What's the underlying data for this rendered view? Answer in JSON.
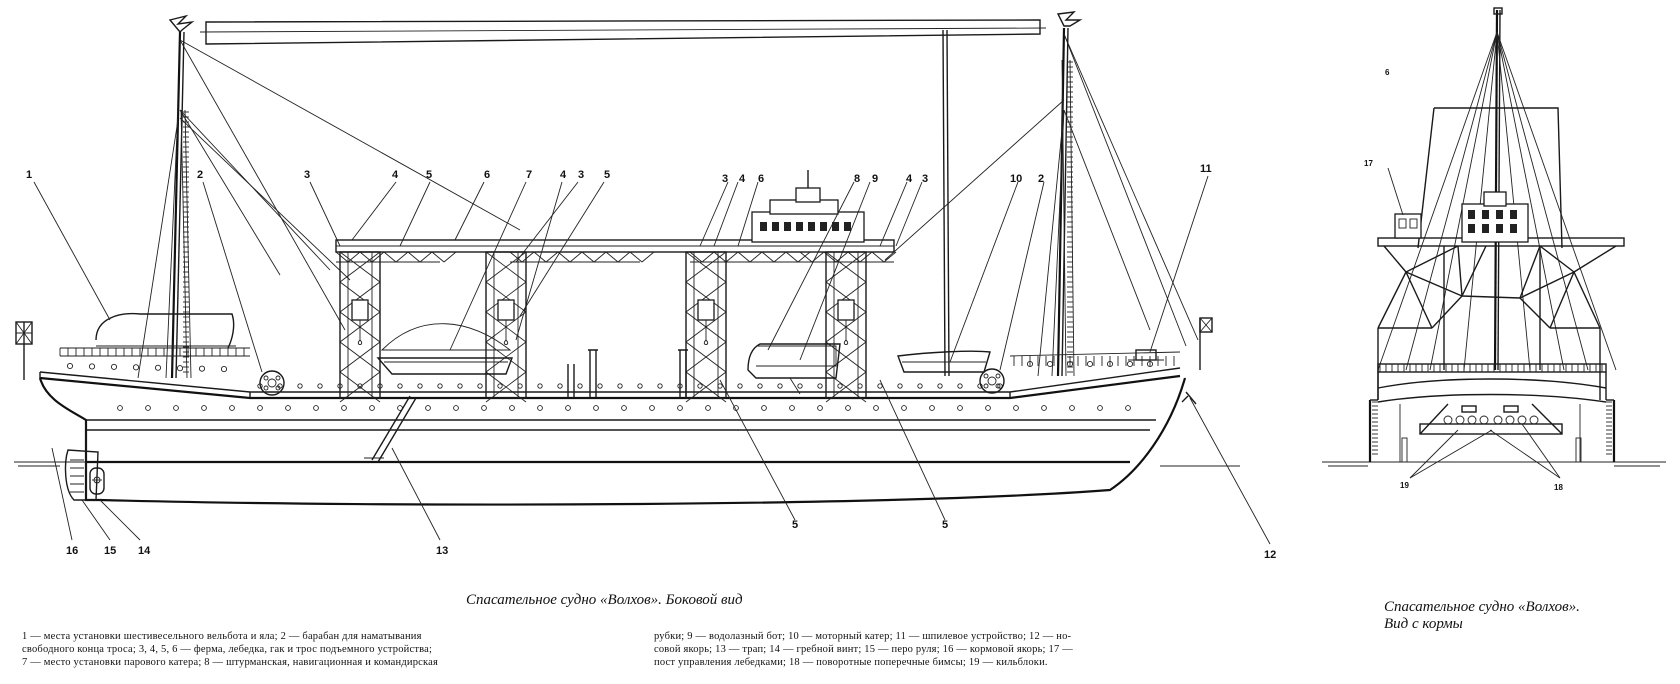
{
  "figure": {
    "side_view": {
      "caption": "Спасательное судно «Волхов». Боковой вид",
      "callouts": [
        {
          "id": "c1",
          "label": "1"
        },
        {
          "id": "c2a",
          "label": "2"
        },
        {
          "id": "c3a",
          "label": "3"
        },
        {
          "id": "c4a",
          "label": "4"
        },
        {
          "id": "c5a",
          "label": "5"
        },
        {
          "id": "c6a",
          "label": "6"
        },
        {
          "id": "c7",
          "label": "7"
        },
        {
          "id": "c4b",
          "label": "4"
        },
        {
          "id": "c3b",
          "label": "3"
        },
        {
          "id": "c5b",
          "label": "5"
        },
        {
          "id": "c3c",
          "label": "3"
        },
        {
          "id": "c4c",
          "label": "4"
        },
        {
          "id": "c6b",
          "label": "6"
        },
        {
          "id": "c8",
          "label": "8"
        },
        {
          "id": "c9",
          "label": "9"
        },
        {
          "id": "c4d",
          "label": "4"
        },
        {
          "id": "c3d",
          "label": "3"
        },
        {
          "id": "c10",
          "label": "10"
        },
        {
          "id": "c2b",
          "label": "2"
        },
        {
          "id": "c11",
          "label": "11"
        },
        {
          "id": "c16",
          "label": "16"
        },
        {
          "id": "c15",
          "label": "15"
        },
        {
          "id": "c14",
          "label": "14"
        },
        {
          "id": "c13",
          "label": "13"
        },
        {
          "id": "c5c",
          "label": "5"
        },
        {
          "id": "c5d",
          "label": "5"
        },
        {
          "id": "c12",
          "label": "12"
        }
      ]
    },
    "stern_view": {
      "caption_line1": "Спасательное судно «Волхов».",
      "caption_line2": "Вид с кормы",
      "callouts": [
        {
          "id": "s6",
          "label": "6"
        },
        {
          "id": "s17",
          "label": "17"
        },
        {
          "id": "s19",
          "label": "19"
        },
        {
          "id": "s18",
          "label": "18"
        }
      ]
    },
    "legend": {
      "col1": [
        "1 — места установки шестивесельного вельбота и яла; 2 — барабан для наматывания",
        "свободного конца троса; 3, 4, 5, 6 — ферма, лебедка, гак и трос подъемного устройства;",
        "7 — место установки парового катера; 8 — штурманская, навигационная и командирская"
      ],
      "col2": [
        "рубки; 9 — водолазный бот; 10 — моторный катер; 11 — шпилевое устройство; 12 — но-",
        "совой якорь; 13 — трап; 14 — гребной винт; 15 — перо руля; 16 — кормовой якорь; 17 —",
        "пост управления лебедками; 18 — поворотные поперечные бимсы; 19 — кильблоки."
      ]
    }
  }
}
